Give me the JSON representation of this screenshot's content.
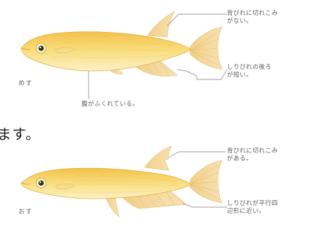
{
  "female": {
    "sex_label": "めす",
    "dorsal_note": [
      "背びれに切れこみ",
      "がない。"
    ],
    "anal_note": [
      "しりびれの後ろ",
      "が短い。"
    ],
    "belly_note": "腹がふくれている。"
  },
  "male": {
    "sex_label": "おす",
    "dorsal_note": [
      "背びれに切れこみ",
      "がある。"
    ],
    "anal_note": [
      "しりびれが平行四",
      "辺形に近い。"
    ]
  },
  "body_text": "ます。",
  "colors": {
    "fish_body": "#f6d36a",
    "fish_light": "#fbe9a8",
    "fin": "#f2cf86",
    "leader_line": "#7a7a7a"
  }
}
